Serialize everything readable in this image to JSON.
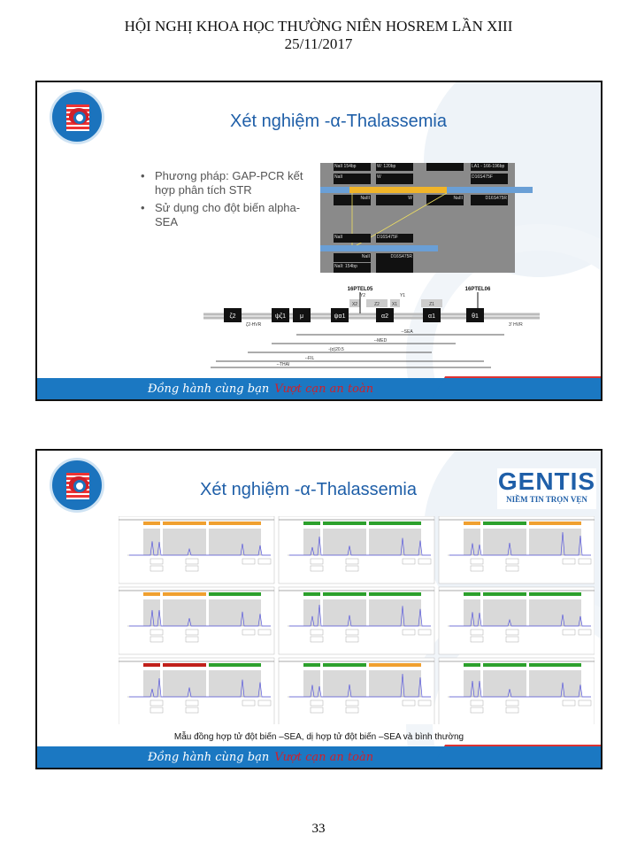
{
  "header": {
    "line1": "HỘI NGHỊ KHOA HỌC THƯỜNG NIÊN HOSREM LẦN XIII",
    "line2": "25/11/2017"
  },
  "slide1": {
    "title": "Xét nghiệm -α-Thalassemia",
    "bullets": [
      "Phương pháp: GAP-PCR kết hợp phân tích STR",
      "Sử dụng cho đột biến alpha-SEA"
    ],
    "gel_labels": [
      "NaII 154bp",
      "W: 120bp",
      "LA1 - 166-196bp",
      "NaII",
      "W",
      "D16S475F",
      "NaIII",
      "W",
      "NaIII",
      "D16S475R",
      "NaII",
      "D16S475F",
      "NaII",
      "D16S475R",
      "NaII: 154bp"
    ],
    "map": {
      "probe_left": "16PTEL05",
      "probe_right": "16PTEL06",
      "genes": [
        "ζ2",
        "ψζ1",
        "μ",
        "ψα1",
        "α2",
        "α1",
        "θ1"
      ],
      "boxes": [
        "X2",
        "Z2",
        "X1",
        "Z1"
      ],
      "markers": [
        "Y2",
        "Y1"
      ],
      "hvr_left": "ζ2-HVR",
      "hvr_right": "3' HVR",
      "deletions": [
        "--SEA",
        "--MED",
        "-(α)20.5",
        "--FIL",
        "--THAI"
      ]
    },
    "footer": {
      "slogan": "Đồng hành cùng bạn",
      "slogan_red": "Vượt cạn an toàn"
    }
  },
  "slide2": {
    "title": "Xét nghiệm -α-Thalassemia",
    "brand": {
      "name": "GENTIS",
      "tagline": "NIỀM TIN TRỌN VẸN"
    },
    "caption": "Mẫu đồng hợp tử đột biến –SEA, dị hợp tử đột biến –SEA và bình thường",
    "panel_status": [
      [
        "orange",
        "orange",
        "orange"
      ],
      [
        "green",
        "green",
        "green"
      ],
      [
        "orange",
        "green",
        "orange"
      ],
      [
        "orange",
        "orange",
        "green"
      ],
      [
        "green",
        "green",
        "green"
      ],
      [
        "green",
        "green",
        "green"
      ],
      [
        "red",
        "red",
        "green"
      ],
      [
        "green",
        "green",
        "orange"
      ],
      [
        "green",
        "green",
        "green"
      ]
    ],
    "colors": {
      "orange": "#f0a030",
      "green": "#2ca02c",
      "red": "#c0201a"
    },
    "footer": {
      "slogan": "Đồng hành cùng bạn",
      "slogan_red": "Vượt cạn an toàn"
    }
  },
  "page_number": "33"
}
